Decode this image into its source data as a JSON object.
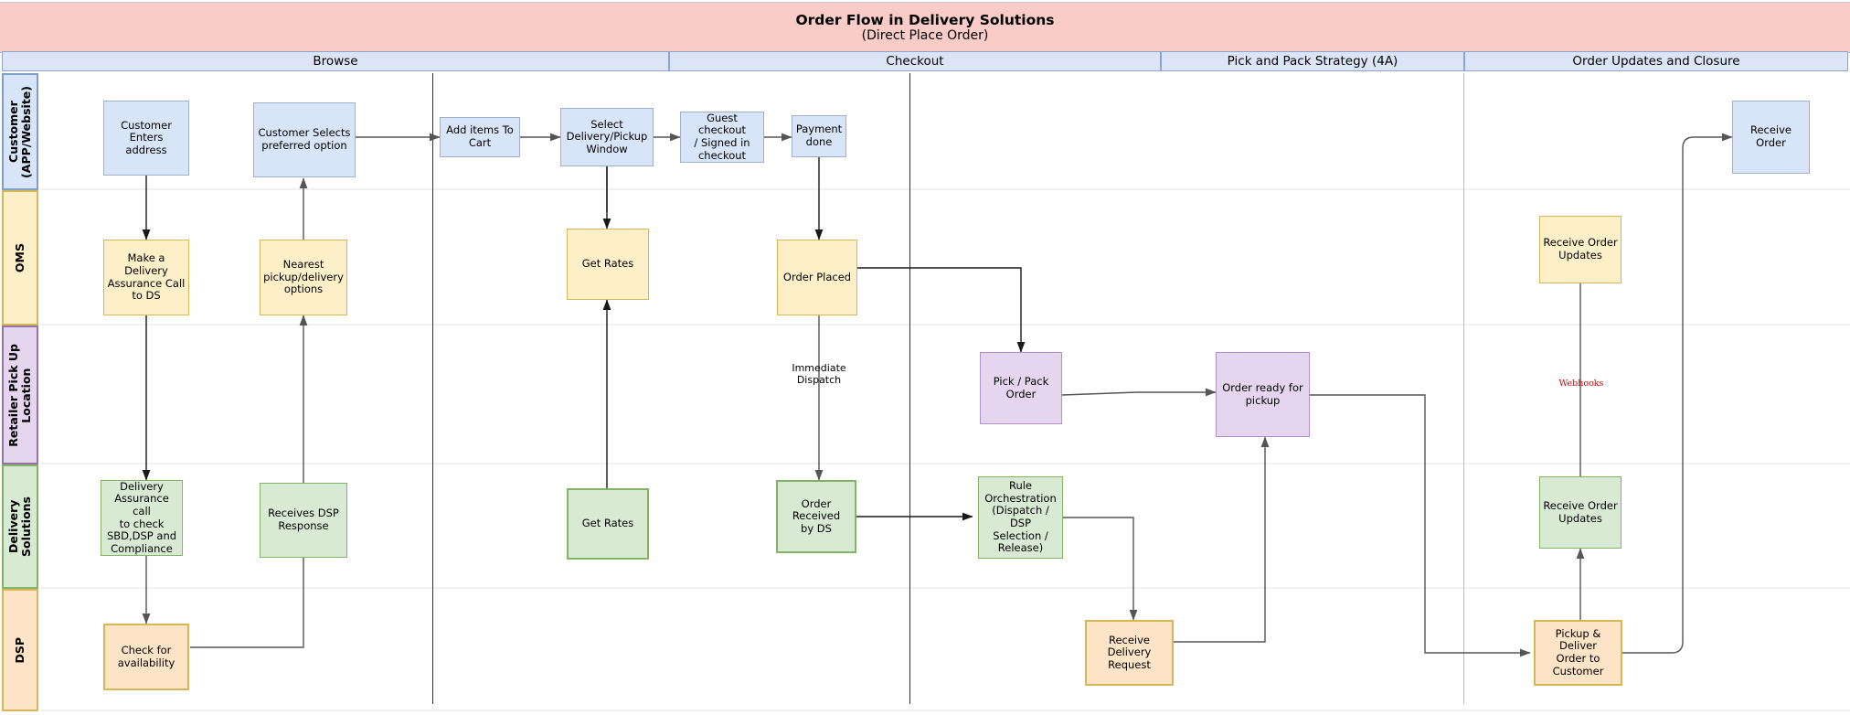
{
  "title": {
    "main": "Order Flow in Delivery Solutions",
    "sub": "(Direct Place Order)"
  },
  "phases": [
    {
      "id": "browse",
      "label": "Browse"
    },
    {
      "id": "checkout",
      "label": "Checkout"
    },
    {
      "id": "pickpack",
      "label": "Pick and Pack Strategy (4A)"
    },
    {
      "id": "closure",
      "label": "Order Updates and Closure"
    }
  ],
  "lanes": [
    {
      "id": "customer",
      "label": "Customer\n(APP/Website)",
      "color": "#d8e4f8",
      "border": "#7f9fc9"
    },
    {
      "id": "oms",
      "label": "OMS",
      "color": "#fdf0c9",
      "border": "#d6b656"
    },
    {
      "id": "retailer",
      "label": "Retailer Pick Up\nLocation",
      "color": "#e5d5ef",
      "border": "#9673a6"
    },
    {
      "id": "ds",
      "label": "Delivery\nSolutions",
      "color": "#d8ead3",
      "border": "#82b366"
    },
    {
      "id": "dsp",
      "label": "DSP",
      "color": "#fde4c6",
      "border": "#d6b656"
    }
  ],
  "nodes": [
    {
      "id": "customer-enters-address",
      "label": "Customer Enters\naddress",
      "lane": "customer",
      "phase": "browse"
    },
    {
      "id": "customer-selects-option",
      "label": "Customer Selects\npreferred option",
      "lane": "customer",
      "phase": "browse"
    },
    {
      "id": "make-delivery-assurance-call",
      "label": "Make a\nDelivery\nAssurance Call\nto DS",
      "lane": "oms",
      "phase": "browse"
    },
    {
      "id": "nearest-pickup-options",
      "label": "Nearest\npickup/delivery\noptions",
      "lane": "oms",
      "phase": "browse"
    },
    {
      "id": "delivery-assurance-check",
      "label": "Delivery\nAssurance call\nto check\nSBD,DSP and\nCompliance",
      "lane": "ds",
      "phase": "browse"
    },
    {
      "id": "receives-dsp-response",
      "label": "Receives DSP\nResponse",
      "lane": "ds",
      "phase": "browse"
    },
    {
      "id": "check-for-availability",
      "label": "Check for\navailability",
      "lane": "dsp",
      "phase": "browse"
    },
    {
      "id": "add-items-to-cart",
      "label": "Add items To\nCart",
      "lane": "customer",
      "phase": "checkout"
    },
    {
      "id": "select-delivery-window",
      "label": "Select\nDelivery/Pickup\nWindow",
      "lane": "customer",
      "phase": "checkout"
    },
    {
      "id": "guest-or-signed-checkout",
      "label": "Guest checkout\n/ Signed in\ncheckout",
      "lane": "customer",
      "phase": "checkout"
    },
    {
      "id": "payment-done",
      "label": "Payment\ndone",
      "lane": "customer",
      "phase": "checkout"
    },
    {
      "id": "get-rates-oms",
      "label": "Get Rates",
      "lane": "oms",
      "phase": "checkout"
    },
    {
      "id": "order-placed",
      "label": "Order Placed",
      "lane": "oms",
      "phase": "checkout"
    },
    {
      "id": "get-rates-ds",
      "label": "Get Rates",
      "lane": "ds",
      "phase": "checkout"
    },
    {
      "id": "order-received-by-ds",
      "label": "Order Received\nby DS",
      "lane": "ds",
      "phase": "checkout"
    },
    {
      "id": "pick-pack-order",
      "label": "Pick / Pack\nOrder",
      "lane": "retailer",
      "phase": "pickpack"
    },
    {
      "id": "order-ready-for-pickup",
      "label": "Order ready for\npickup",
      "lane": "retailer",
      "phase": "pickpack"
    },
    {
      "id": "rule-orchestration",
      "label": "Rule\nOrchestration\n(Dispatch / DSP\nSelection /\nRelease)",
      "lane": "ds",
      "phase": "pickpack"
    },
    {
      "id": "receive-delivery-request",
      "label": "Receive\nDelivery\nRequest",
      "lane": "dsp",
      "phase": "pickpack"
    },
    {
      "id": "receive-order",
      "label": "Receive Order",
      "lane": "customer",
      "phase": "closure"
    },
    {
      "id": "receive-order-updates-oms",
      "label": "Receive Order\nUpdates",
      "lane": "oms",
      "phase": "closure"
    },
    {
      "id": "receive-order-updates-ds",
      "label": "Receive Order\nUpdates",
      "lane": "ds",
      "phase": "closure"
    },
    {
      "id": "pickup-deliver-order",
      "label": "Pickup & Deliver\nOrder to\nCustomer",
      "lane": "dsp",
      "phase": "closure"
    }
  ],
  "annotations": [
    {
      "id": "immediate-dispatch",
      "label": "Immediate\nDispatch",
      "color": "#000000"
    },
    {
      "id": "webhooks",
      "label": "Webhooks",
      "color": "#cc0000"
    }
  ],
  "colors": {
    "title_banner": "#f9ccc8",
    "phase_header": "#dbe5f7",
    "phase_border": "#8ca5ce",
    "customer": "#d8e4f8",
    "oms": "#fdf0c9",
    "retailer": "#e5d5ef",
    "delivery_solutions": "#d8ead3",
    "dsp": "#fde4c6",
    "connector": "#555555",
    "webhook_text": "#cc0000"
  }
}
